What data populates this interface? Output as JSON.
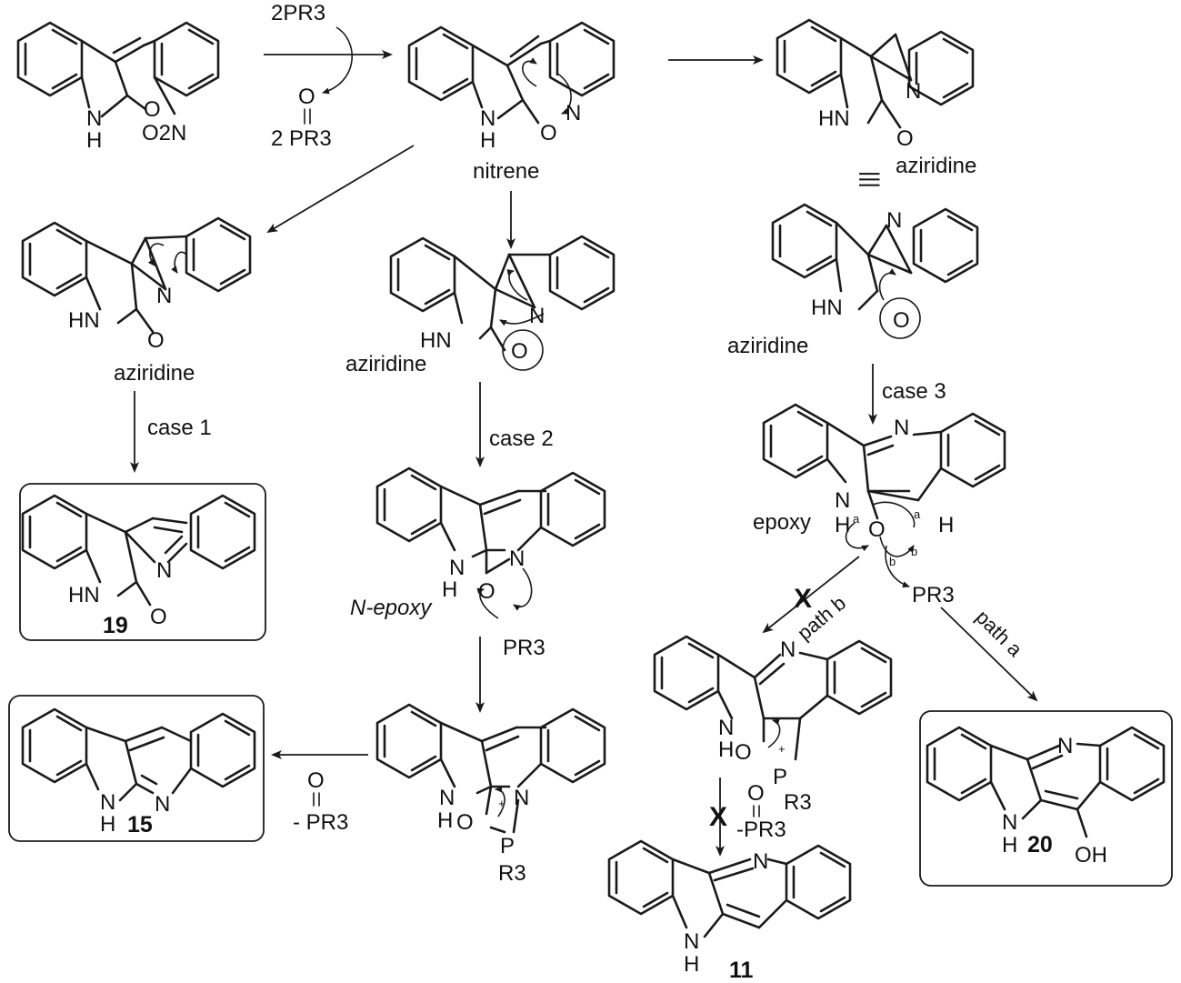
{
  "reagents": {
    "top_phosphine": "2PR3",
    "top_oxide_o": "O",
    "top_oxide": "2 PR3",
    "pr3": "PR3",
    "elim_o": "O",
    "elim_oxide": "- PR3",
    "elim_oxide_b": "-PR3"
  },
  "labels": {
    "nitrene": "nitrene",
    "aziridine": "aziridine",
    "case1": "case 1",
    "case2": "case 2",
    "case3": "case 3",
    "n_epoxy": "N-epoxy",
    "epoxy": "epoxy",
    "path_a": "path a",
    "path_b": "path b",
    "equiv": "|||"
  },
  "compounds": {
    "c19": "19",
    "c15": "15",
    "c20": "20",
    "c11": "11"
  },
  "atoms": {
    "N": "N",
    "H": "H",
    "NH": "NH",
    "HN": "HN",
    "O": "O",
    "OH": "OH",
    "HO": "HO",
    "O2N": "O2N",
    "P": "P",
    "R3": "R3",
    "plus": "+",
    "a": "a",
    "b": "b"
  }
}
